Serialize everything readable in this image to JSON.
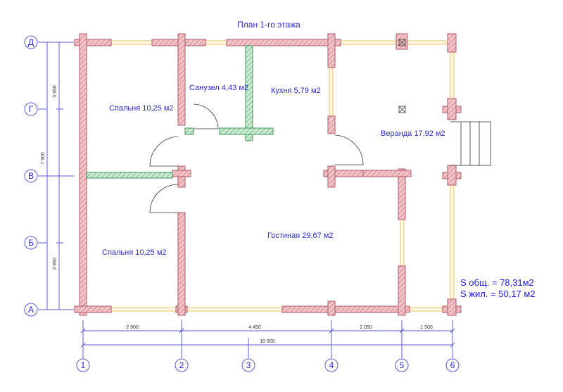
{
  "title": "План 1-го этажа",
  "rooms": [
    {
      "name": "bedroom-top",
      "label": "Спальня 10,25 м2"
    },
    {
      "name": "bathroom",
      "label": "Санузел 4,43 м2"
    },
    {
      "name": "kitchen",
      "label": "Кухня 5,79 м2"
    },
    {
      "name": "veranda",
      "label": "Веранда 17,92 м2"
    },
    {
      "name": "living-room",
      "label": "Гостиная 29,67 м2"
    },
    {
      "name": "bedroom-bottom",
      "label": "Спальня 10,25 м2"
    }
  ],
  "summary": {
    "total": "S общ. = 78,31м2",
    "living": "S жил. = 50,17 м2"
  },
  "axes": {
    "rows": [
      "Д",
      "Г",
      "В",
      "Б",
      "А"
    ],
    "columns": [
      "1",
      "2",
      "3",
      "4",
      "5",
      "6"
    ]
  },
  "dimensions": {
    "horizontal": [
      "2 900",
      "4 450",
      "2 050",
      "1 500"
    ],
    "horizontal_total": "10 900",
    "vertical": [
      "3 950",
      "3 950"
    ],
    "vertical_total": "7 900"
  },
  "colors": {
    "wall_fill": "#f2c4c8",
    "wall_hatch": "#c06070",
    "partition_fill": "#cdebd2",
    "partition_hatch": "#40a060",
    "window": "#f0c060",
    "text": "#2b2bd0",
    "lines": "#5b5bd6"
  }
}
